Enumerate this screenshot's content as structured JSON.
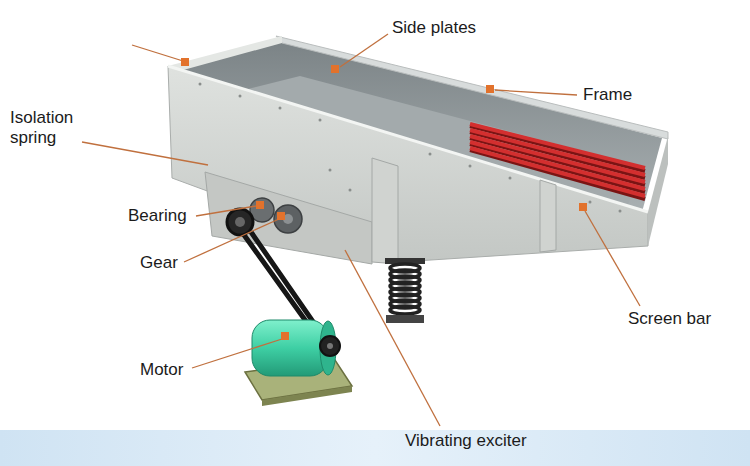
{
  "diagram": {
    "labels": [
      "Side plates",
      "Frame",
      "Isolation spring",
      "Bearing",
      "Gear",
      "Motor",
      "Screen bar",
      "Vibrating exciter"
    ]
  }
}
